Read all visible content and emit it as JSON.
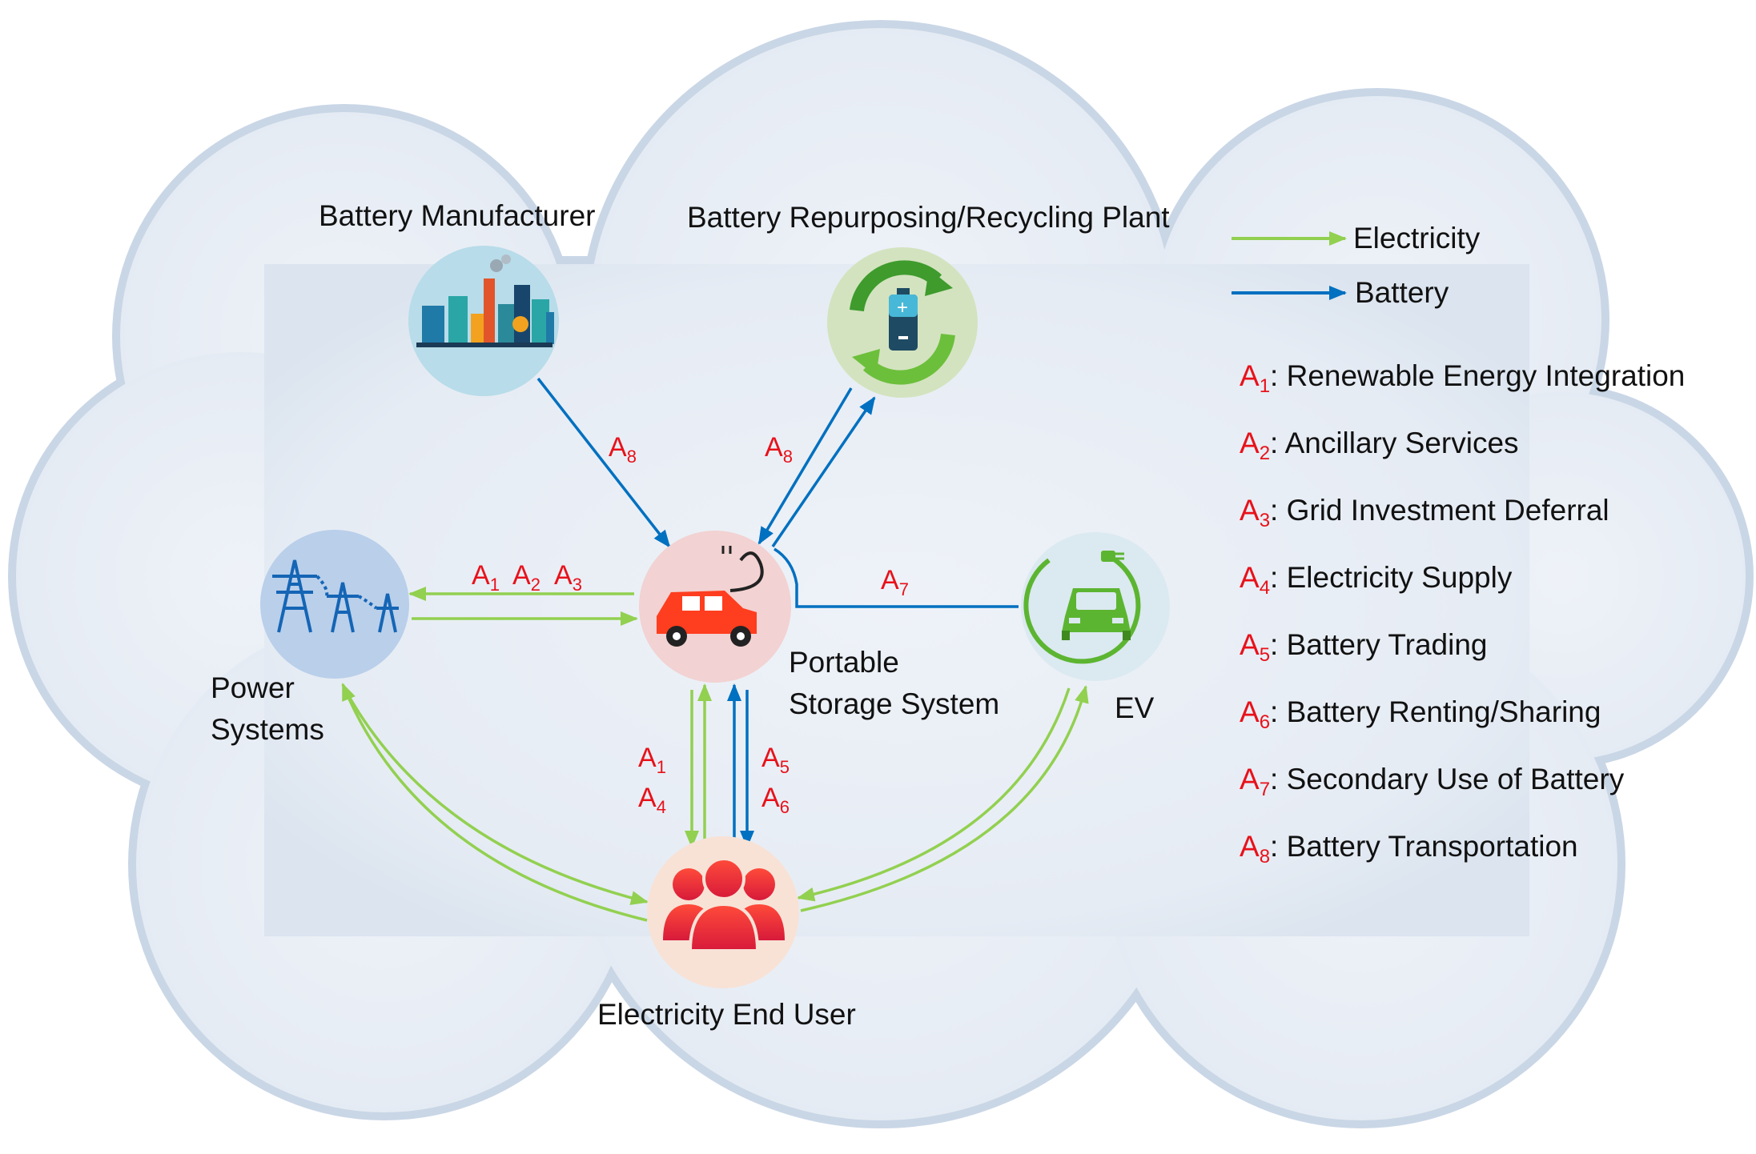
{
  "nodes": {
    "manufacturer": "Battery Manufacturer",
    "recycling": "Battery Repurposing/Recycling Plant",
    "power_line1": "Power",
    "power_line2": "Systems",
    "portable_line1": "Portable",
    "portable_line2": "Storage System",
    "ev": "EV",
    "end_user": "Electricity End User"
  },
  "legend": {
    "electricity": "Electricity",
    "battery": "Battery",
    "items": [
      {
        "code": "A",
        "sub": "1",
        "text": ": Renewable Energy Integration"
      },
      {
        "code": "A",
        "sub": "2",
        "text": ": Ancillary Services"
      },
      {
        "code": "A",
        "sub": "3",
        "text": ": Grid Investment Deferral"
      },
      {
        "code": "A",
        "sub": "4",
        "text": ": Electricity Supply"
      },
      {
        "code": "A",
        "sub": "5",
        "text": ": Battery Trading"
      },
      {
        "code": "A",
        "sub": "6",
        "text": ": Battery Renting/Sharing"
      },
      {
        "code": "A",
        "sub": "7",
        "text": ": Secondary Use of Battery"
      },
      {
        "code": "A",
        "sub": "8",
        "text": ": Battery Transportation"
      }
    ]
  },
  "edge_labels": {
    "a": "A",
    "s1": "1",
    "s2": "2",
    "s3": "3",
    "s4": "4",
    "s5": "5",
    "s6": "6",
    "s7": "7",
    "s8": "8"
  },
  "colors": {
    "electricity": "#92d050",
    "battery": "#0070c0",
    "label_red": "#e8111a",
    "cloud_fill": "#e9eef5",
    "cloud_edge": "#c9d6e6"
  }
}
